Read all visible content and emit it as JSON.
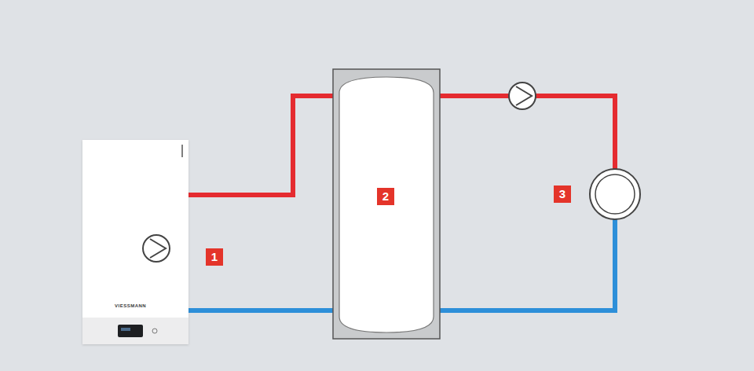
{
  "diagram": {
    "labels": [
      "1",
      "2",
      "3",
      "VIESSMANN"
    ]
  }
}
